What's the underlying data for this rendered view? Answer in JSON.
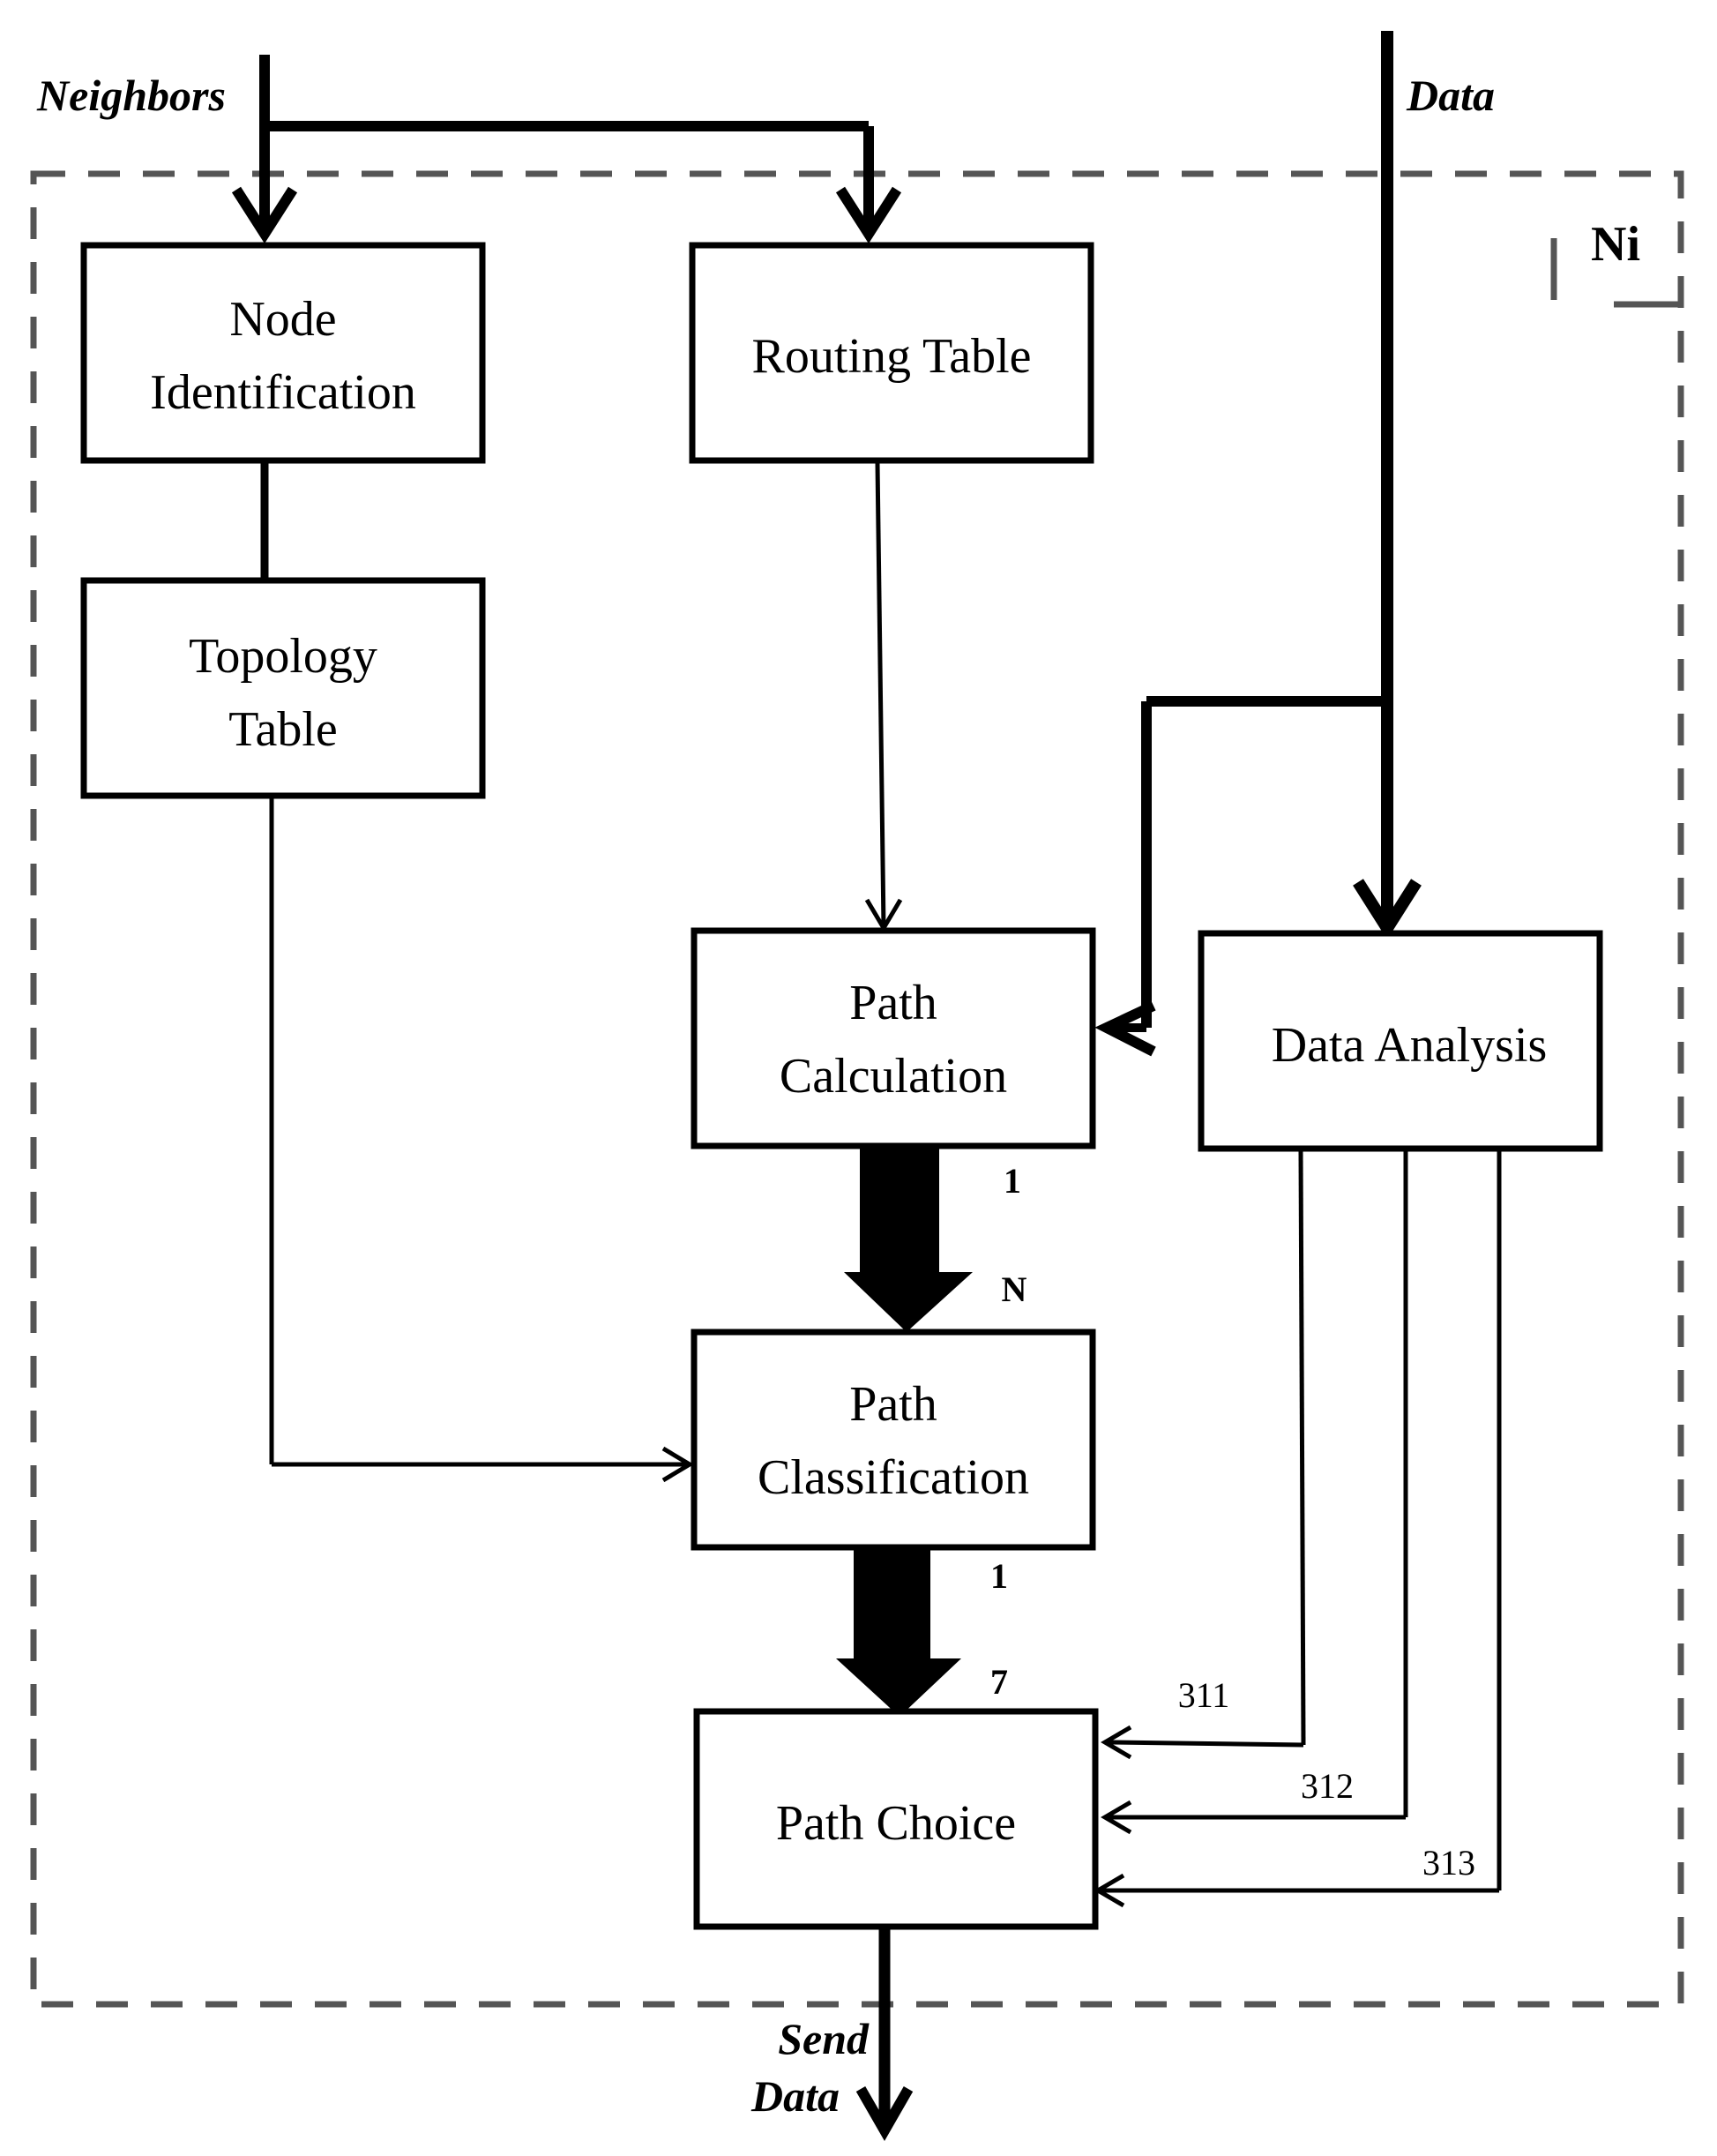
{
  "diagram": {
    "boundary_label": "Ni",
    "inputs": {
      "neighbors": "Neighbors",
      "data": "Data"
    },
    "output": {
      "line1": "Send",
      "line2": "Data"
    },
    "nodes": {
      "node_identification": {
        "line1": "Node",
        "line2": "Identification"
      },
      "routing_table": {
        "line1": "Routing Table"
      },
      "topology_table": {
        "line1": "Topology",
        "line2": "Table"
      },
      "path_calculation": {
        "line1": "Path",
        "line2": "Calculation"
      },
      "data_analysis": {
        "line1": "Data Analysis"
      },
      "path_classification": {
        "line1": "Path",
        "line2": "Classification"
      },
      "path_choice": {
        "line1": "Path Choice"
      }
    },
    "edge_labels": {
      "calc_to_class_from": "1",
      "calc_to_class_to": "N",
      "class_to_choice_from": "1",
      "class_to_choice_to": "7",
      "analysis_311": "311",
      "analysis_312": "312",
      "analysis_313": "313"
    },
    "colors": {
      "stroke": "#000000",
      "boundary": "#555555",
      "background": "#ffffff"
    }
  }
}
